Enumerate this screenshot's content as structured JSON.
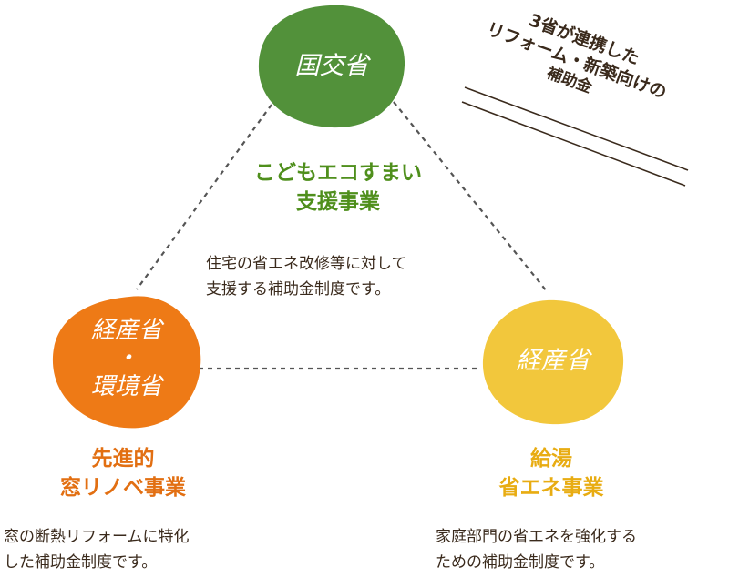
{
  "colors": {
    "mlit": "#52913a",
    "mhlw_env": "#ee7a16",
    "meti": "#f2c73c",
    "title_green": "#4f8f1c",
    "title_orange": "#e26f12",
    "title_yellow": "#e8ac12",
    "text": "#3a2a1c",
    "dash": "#555555"
  },
  "nodes": {
    "top": {
      "label": "国交省"
    },
    "left": {
      "label_line1": "経産省",
      "label_line2": "・",
      "label_line3": "環境省"
    },
    "right": {
      "label": "経産省"
    }
  },
  "programs": {
    "center": {
      "title_line1": "こどもエコすまい",
      "title_line2": "支援事業",
      "desc_line1": "住宅の省エネ改修等に対して",
      "desc_line2": "支援する補助金制度です。"
    },
    "left": {
      "title_line1": "先進的",
      "title_line2": "窓リノベ事業",
      "desc_line1": "窓の断熱リフォームに特化",
      "desc_line2": "した補助金制度です。"
    },
    "right": {
      "title_line1": "給湯",
      "title_line2": "省エネ事業",
      "desc_line1": "家庭部門の省エネを強化する",
      "desc_line2": "ための補助金制度です。"
    }
  },
  "note": {
    "line1": "3省が連携した",
    "line2": "リフォーム・新築向けの",
    "line3": "補助金"
  }
}
